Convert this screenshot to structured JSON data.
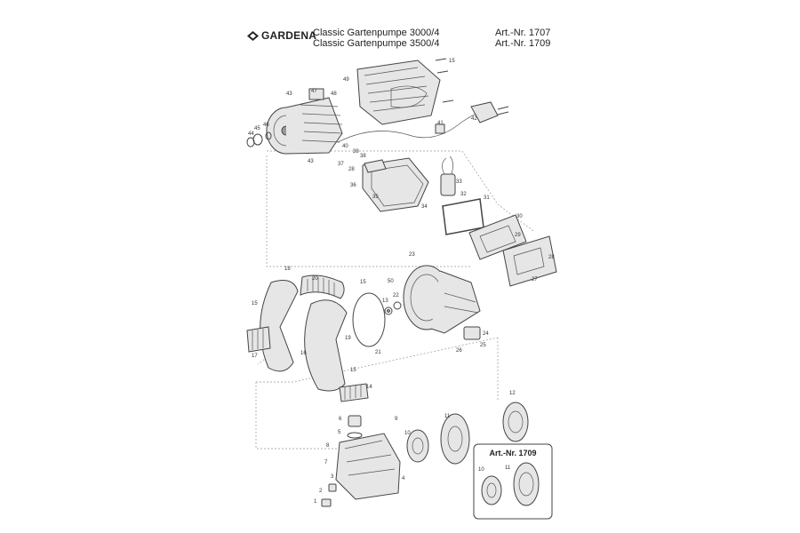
{
  "header": {
    "brand": "GARDENA",
    "products": [
      "Classic Gartenpumpe 3000/4",
      "Classic Gartenpumpe 3500/4"
    ],
    "articles": [
      "Art.-Nr. 1707",
      "Art.-Nr. 1709"
    ]
  },
  "inset": {
    "title": "Art.-Nr. 1709"
  },
  "labels": {
    "p1": "1",
    "p2": "2",
    "p3": "3",
    "p4": "4",
    "p5": "5",
    "p6": "6",
    "p7": "7",
    "p8": "8",
    "p9": "9",
    "p10": "10",
    "p11": "11",
    "p12": "12",
    "p13": "13",
    "p14": "14",
    "p15": "15",
    "p15b": "15",
    "p15c": "15",
    "p15d": "15",
    "p16": "16",
    "p17": "17",
    "p18": "18",
    "p19": "19",
    "p20": "20",
    "p21": "21",
    "p22": "22",
    "p23": "23",
    "p24": "24",
    "p25": "25",
    "p26": "26",
    "p27": "27",
    "p28": "28",
    "p28b": "28",
    "p29": "29",
    "p30": "30",
    "p31": "31",
    "p32": "32",
    "p33": "33",
    "p34": "34",
    "p35": "35",
    "p36": "36",
    "p37": "37",
    "p38": "38",
    "p39": "39",
    "p40": "40",
    "p41": "41",
    "p42": "42",
    "p43": "43",
    "p43b": "43",
    "p44": "44",
    "p45": "45",
    "p46": "46",
    "p47": "47",
    "p48": "48",
    "p49": "49",
    "p50": "50",
    "i10": "10",
    "i11": "11"
  },
  "colors": {
    "line": "#444444",
    "dash": "#999999",
    "text": "#222222"
  }
}
